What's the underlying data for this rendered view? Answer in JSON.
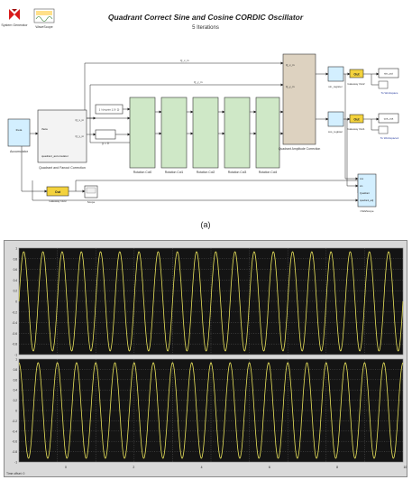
{
  "model": {
    "title": "Quadrant Correct Sine and Cosine CORDIC Oscillator",
    "subtitle": "5 Iterations",
    "caption": "(a)",
    "icons": {
      "system_generator": {
        "label": "System Generator",
        "icon": "xilinx-logo-icon"
      },
      "wavescope": {
        "label": "WaveScope",
        "icon": "wavescope-icon"
      }
    },
    "blocks": {
      "accumulator": "Accumulator",
      "quadrant_map": "Quadrant and Fanout Correction",
      "qmap_port_theta": "theta",
      "qmap_port_quad": "quadrant_accumulator",
      "qmap_out_1": "Q_x_in",
      "qmap_out_2": "Q_y_in",
      "const_1": "1 / (rng sin 1.0 / 2)",
      "const_2": "y = 0",
      "iterations": [
        "Rotation Col0",
        "Rotation Col1",
        "Rotation Col2",
        "Rotation Col3",
        "Rotation Col4"
      ],
      "quadrant_correction": "Quadrant Amplitude Correction",
      "reg_sin": "sin_register",
      "reg_cos": "cos_register",
      "gateway_sin": "Gateway Out2",
      "gateway_cos": "Gateway Out1",
      "gateway_out": "Gateway Out3",
      "out_sin": "sin_out",
      "out_cos": "cos_out",
      "ws_sin": "To Workspace",
      "ws_cos": "To Workspace1",
      "scope_small": "Scope",
      "scope_main": "CWaScope",
      "scope_main_ports": [
        "cos",
        "sin",
        "Quadrant",
        "quadrant_adj"
      ],
      "sig_top": "Q_x_in",
      "sig_mid": "Q_y_in"
    }
  },
  "scope": {
    "colors": {
      "background": "#141414",
      "trace": "#e8e25a",
      "grid": "#6e6e6e"
    },
    "status": "Time offset: 0",
    "y_ticks": [
      "1",
      "0.8",
      "0.6",
      "0.4",
      "0.2",
      "0",
      "-0.2",
      "-0.4",
      "-0.6",
      "-0.8",
      "-1"
    ],
    "x_ticks": [
      "0",
      "2",
      "4",
      "6",
      "8",
      "10"
    ]
  },
  "chart_data": [
    {
      "type": "line",
      "xlim": [
        0,
        11
      ],
      "ylim": [
        -1,
        1
      ],
      "grid": true,
      "series": [
        {
          "function": "sine",
          "amplitude": 1.0,
          "cycles": 20,
          "phase_deg": 0
        }
      ]
    },
    {
      "type": "line",
      "xlim": [
        0,
        11
      ],
      "ylim": [
        -1,
        1
      ],
      "grid": true,
      "series": [
        {
          "function": "cosine",
          "amplitude": 1.0,
          "cycles": 20,
          "phase_deg": 90
        }
      ]
    }
  ]
}
